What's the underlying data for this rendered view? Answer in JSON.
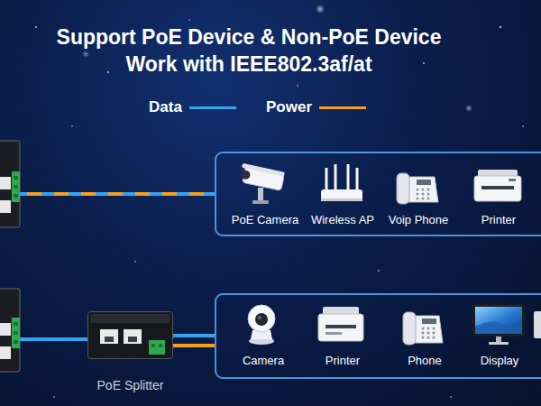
{
  "diagram": {
    "title": "Support PoE Device & Non-PoE Device Work with IEEE802.3af/at",
    "nodes": [
      {
        "text": [
          "PoE Camera",
          "Wireless AP",
          "Voip Phone",
          "Printer"
        ]
      },
      {
        "text": [
          "PoE Splitter"
        ]
      },
      {
        "text": [
          "Camera",
          "Printer",
          "Phone",
          "Display"
        ]
      }
    ],
    "edges": [
      {
        "from": 1,
        "to": 2,
        "arrow": "none"
      },
      {
        "from": 1,
        "to": 2,
        "arrow": "none"
      }
    ],
    "legend": [
      {
        "text": "Data"
      },
      {
        "text": "Power"
      }
    ]
  }
}
